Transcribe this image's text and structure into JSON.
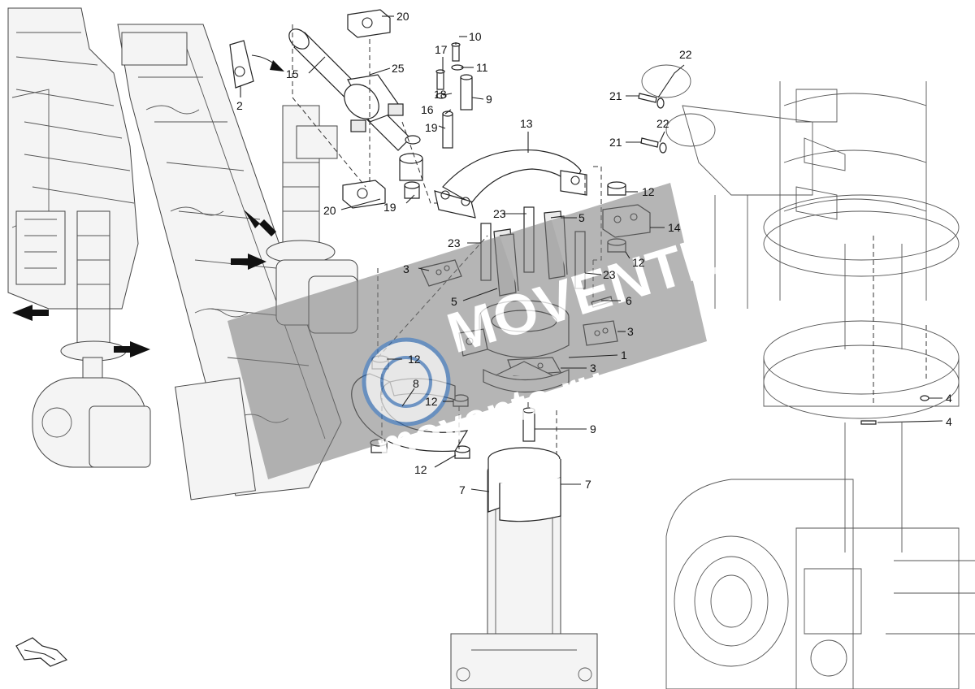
{
  "callouts": {
    "c1": "1",
    "c2": "2",
    "c3a": "3",
    "c3b": "3",
    "c3c": "3",
    "c4a": "4",
    "c4b": "4",
    "c5a": "5",
    "c5b": "5",
    "c6": "6",
    "c7a": "7",
    "c7b": "7",
    "c8": "8",
    "c9a": "9",
    "c9b": "9",
    "c10": "10",
    "c11": "11",
    "c12a": "12",
    "c12b": "12",
    "c12c": "12",
    "c12d": "12",
    "c12e": "12",
    "c13": "13",
    "c14": "14",
    "c15": "15",
    "c16": "16",
    "c17": "17",
    "c18": "18",
    "c19a": "19",
    "c19b": "19",
    "c20a": "20",
    "c20b": "20",
    "c21a": "21",
    "c21b": "21",
    "c22a": "22",
    "c22b": "22",
    "c23a": "23",
    "c23b": "23",
    "c23c": "23",
    "c25": "25"
  },
  "watermark": {
    "brand": "MOVENTE",
    "url": "movente.ru"
  },
  "icons": {
    "arrow": "black-pointer-arrow",
    "orientation": "orientation-arrow-icon"
  },
  "colors": {
    "line": "#222222",
    "watermark": "#7a7a7a",
    "watermark_logo_blue": "#3a6fb0"
  }
}
